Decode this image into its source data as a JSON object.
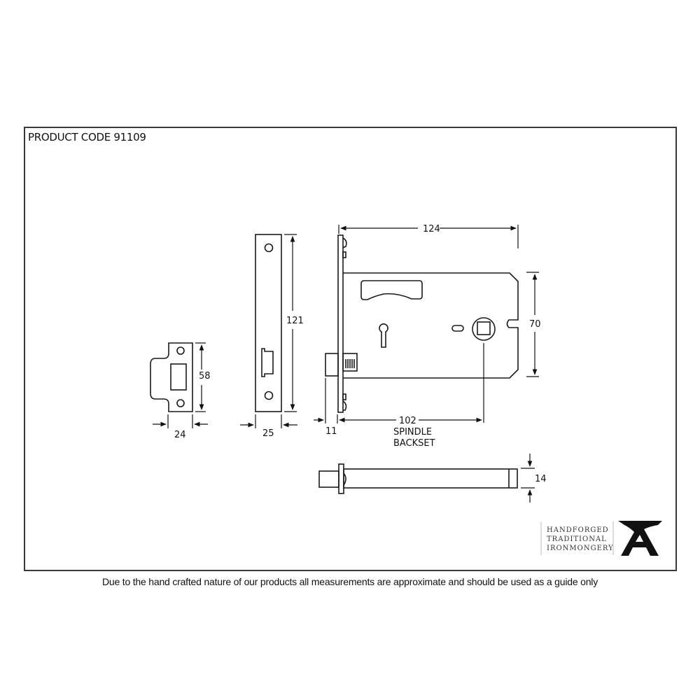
{
  "header": {
    "product_code": "PRODUCT CODE 91109"
  },
  "dimensions": {
    "strike_plate_height": "58",
    "strike_plate_width": "24",
    "forend_height": "121",
    "forend_width": "25",
    "lock_case_width": "124",
    "lock_case_height": "70",
    "latch_projection": "11",
    "spindle_backset_value": "102",
    "spindle_backset_label_1": "SPINDLE",
    "spindle_backset_label_2": "BACKSET",
    "bolt_height": "14"
  },
  "brand": {
    "line1": "HANDFORGED",
    "line2": "TRADITIONAL",
    "line3": "IRONMONGERY",
    "logo_icon": "anvil-icon"
  },
  "footer": {
    "disclaimer": "Due to the hand crafted nature of our products all measurements are approximate and should be used as a guide only"
  },
  "colors": {
    "line": "#1a1a1a",
    "frame": "#3a3a3a",
    "background": "#ffffff"
  }
}
